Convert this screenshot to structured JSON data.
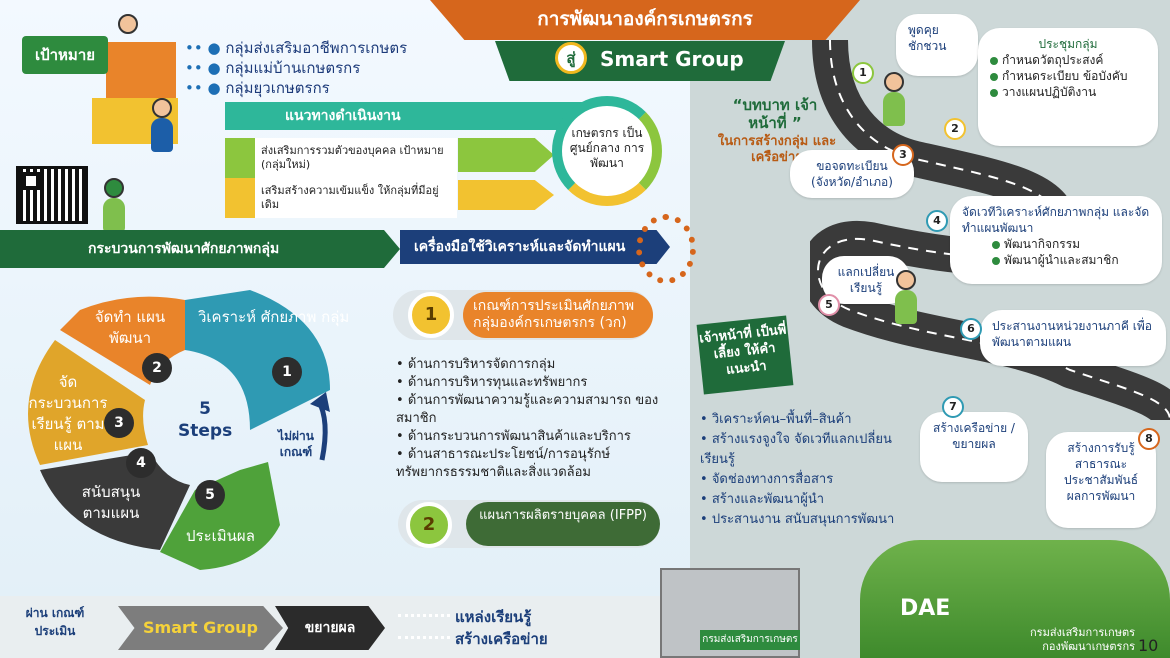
{
  "header": {
    "title": "การพัฒนาองค์กรเกษตรกร",
    "su": "สู่",
    "subtitle": "Smart Group"
  },
  "goal": {
    "label": "เป้าหมาย",
    "items": [
      "กลุ่มส่งเสริมอาชีพการเกษตร",
      "กลุ่มแม่บ้านเกษตรกร",
      "กลุ่มยุวเกษตรกร"
    ]
  },
  "approach": {
    "title": "แนวทางดำเนินงาน",
    "row1": "ส่งเสริมการรวมตัวของบุคคล เป้าหมาย (กลุ่มใหม่)",
    "row2": "เสริมสร้างความเข้มแข็ง ให้กลุ่มที่มีอยู่เดิม",
    "center": "เกษตรกร เป็นศูนย์กลาง การพัฒนา"
  },
  "process": {
    "title": "กระบวนการพัฒนาศักยภาพกลุ่ม",
    "steps_count": "5",
    "steps_word": "Steps",
    "not_pass": "ไม่ผ่าน เกณฑ์",
    "steps": [
      {
        "n": "1",
        "label": "วิเคราะห์ ศักยภาพ กลุ่ม"
      },
      {
        "n": "2",
        "label": "จัดทำ แผนพัฒนา"
      },
      {
        "n": "3",
        "label": "จัด กระบวนการ เรียนรู้ ตามแผน"
      },
      {
        "n": "4",
        "label": "สนับสนุน ตามแผน"
      },
      {
        "n": "5",
        "label": "ประเมินผล"
      }
    ]
  },
  "tools": {
    "title": "เครื่องมือใช้วิเคราะห์และจัดทำแผน",
    "tool1": {
      "n": "1",
      "label": "เกณฑ์การประเมินศักยภาพ กลุ่มองค์กรเกษตรกร (วก)"
    },
    "criteria": [
      "ด้านการบริหารจัดการกลุ่ม",
      "ด้านการบริหารทุนและทรัพยากร",
      "ด้านการพัฒนาความรู้และความสามารถ ของสมาชิก",
      "ด้านกระบวนการพัฒนาสินค้าและบริการ",
      "ด้านสาธารณะประโยชน์/การอนุรักษ์ ทรัพยากรธรรมชาติและสิ่งแวดล้อม"
    ],
    "tool2": {
      "n": "2",
      "label": "แผนการผลิตรายบุคคล (IFPP)"
    }
  },
  "bottom": {
    "pass": "ผ่าน เกณฑ์ประเมิน",
    "smart": "Smart Group",
    "expand": "ขยายผล",
    "learn": "แหล่งเรียนรู้",
    "network": "สร้างเครือข่าย",
    "building": "กรมส่งเสริมการเกษตร"
  },
  "role": {
    "title": "“บทบาท เจ้าหน้าที่ ”",
    "subtitle": "ในการสร้างกลุ่ม และเครือข่าย"
  },
  "road": [
    {
      "n": "1",
      "label": "พูดคุย ชักชวน"
    },
    {
      "n": "2",
      "label": "ประชุมกลุ่ม",
      "items": [
        "กำหนดวัตถุประสงค์",
        "กำหนดระเบียบ ข้อบังคับ",
        "วางแผนปฏิบัติงาน"
      ]
    },
    {
      "n": "3",
      "label": "ขอจดทะเบียน (จังหวัด/อำเภอ)"
    },
    {
      "n": "4",
      "label": "จัดเวทีวิเคราะห์ศักยภาพกลุ่ม และจัดทำแผนพัฒนา",
      "items": [
        "พัฒนากิจกรรม",
        "พัฒนาผู้นำและสมาชิก"
      ]
    },
    {
      "n": "5",
      "label": "แลกเปลี่ยน เรียนรู้"
    },
    {
      "n": "6",
      "label": "ประสานงานหน่วยงานภาคี เพื่อพัฒนาตามแผน"
    },
    {
      "n": "7",
      "label": "สร้างเครือข่าย /ขยายผล"
    },
    {
      "n": "8",
      "label": "สร้างการรับรู้ สาธารณะ ประชาสัมพันธ์ ผลการพัฒนา"
    }
  ],
  "mentor": {
    "title": "เจ้าหน้าที่ เป็นพี่เลี้ยง ให้คำแนะนำ",
    "items": [
      "วิเคราะห์คน–พื้นที่–สินค้า",
      "สร้างแรงจูงใจ จัดเวทีแลกเปลี่ยน เรียนรู้",
      "จัดช่องทางการสื่อสาร",
      "สร้างและพัฒนาผู้นำ",
      "ประสานงาน สนับสนุนการพัฒนา"
    ]
  },
  "footer": {
    "logo": "DAE",
    "dept1": "กรมส่งเสริมการเกษตร",
    "dept2": "กองพัฒนาเกษตรกร",
    "page": "10"
  },
  "colors": {
    "orange": "#d6661c",
    "green": "#1f6b3a",
    "navy": "#1c3f7a",
    "teal": "#2eb79a",
    "yellow": "#f2c230"
  }
}
